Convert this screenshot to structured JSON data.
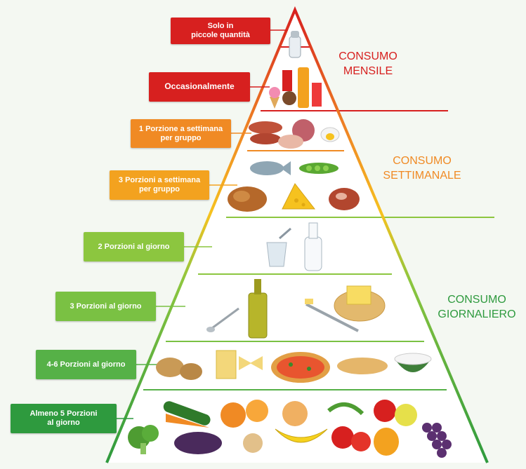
{
  "levels": [
    {
      "label": "Solo in\npiccole quantità",
      "color": "#d7201f"
    },
    {
      "label": "Occasionalmente",
      "color": "#d7201f"
    },
    {
      "label": "1 Porzione a settimana\nper gruppo",
      "color": "#f08a24"
    },
    {
      "label": "3 Porzioni a settimana\nper gruppo",
      "color": "#f3a21f"
    },
    {
      "label": "2 Porzioni al giorno",
      "color": "#8cc63f"
    },
    {
      "label": "3 Porzioni al giorno",
      "color": "#7ac143"
    },
    {
      "label": "4-6 Porzioni al giorno",
      "color": "#56b147"
    },
    {
      "label": "Almeno 5 Porzioni\nal giorno",
      "color": "#2e9a3e"
    }
  ],
  "categories": {
    "monthly": {
      "text": "CONSUMO\nMENSILE",
      "color": "#d7201f"
    },
    "weekly": {
      "text": "CONSUMO\nSETTIMANALE",
      "color": "#f08a24"
    },
    "daily": {
      "text": "CONSUMO\nGIORNALIERO",
      "color": "#2e9a3e"
    }
  }
}
